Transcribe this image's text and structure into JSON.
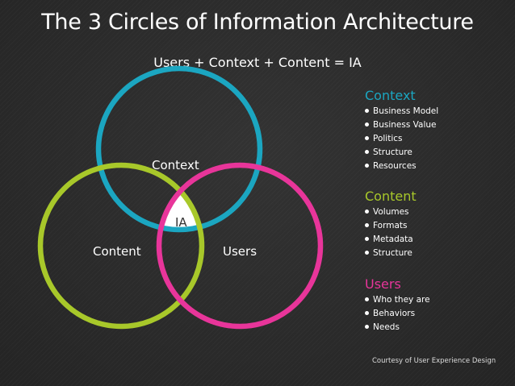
{
  "title": "The 3 Circles of Information Architecture",
  "subtitle": "Users + Context + Content = IA",
  "colors": {
    "background": "#2b2b2b",
    "context": "#1ba6c1",
    "content": "#a8c82a",
    "users": "#e8359a",
    "intersection": "#ffffff"
  },
  "venn": {
    "context_label": "Context",
    "content_label": "Content",
    "users_label": "Users",
    "center_label": "IA"
  },
  "legend": {
    "context": {
      "heading": "Context",
      "items": [
        "Business Model",
        "Business Value",
        "Politics",
        "Structure",
        "Resources"
      ]
    },
    "content": {
      "heading": "Content",
      "items": [
        "Volumes",
        "Formats",
        "Metadata",
        "Structure"
      ]
    },
    "users": {
      "heading": "Users",
      "items": [
        "Who they are",
        "Behaviors",
        "Needs"
      ]
    }
  },
  "credit": "Courtesy of User Experience Design"
}
